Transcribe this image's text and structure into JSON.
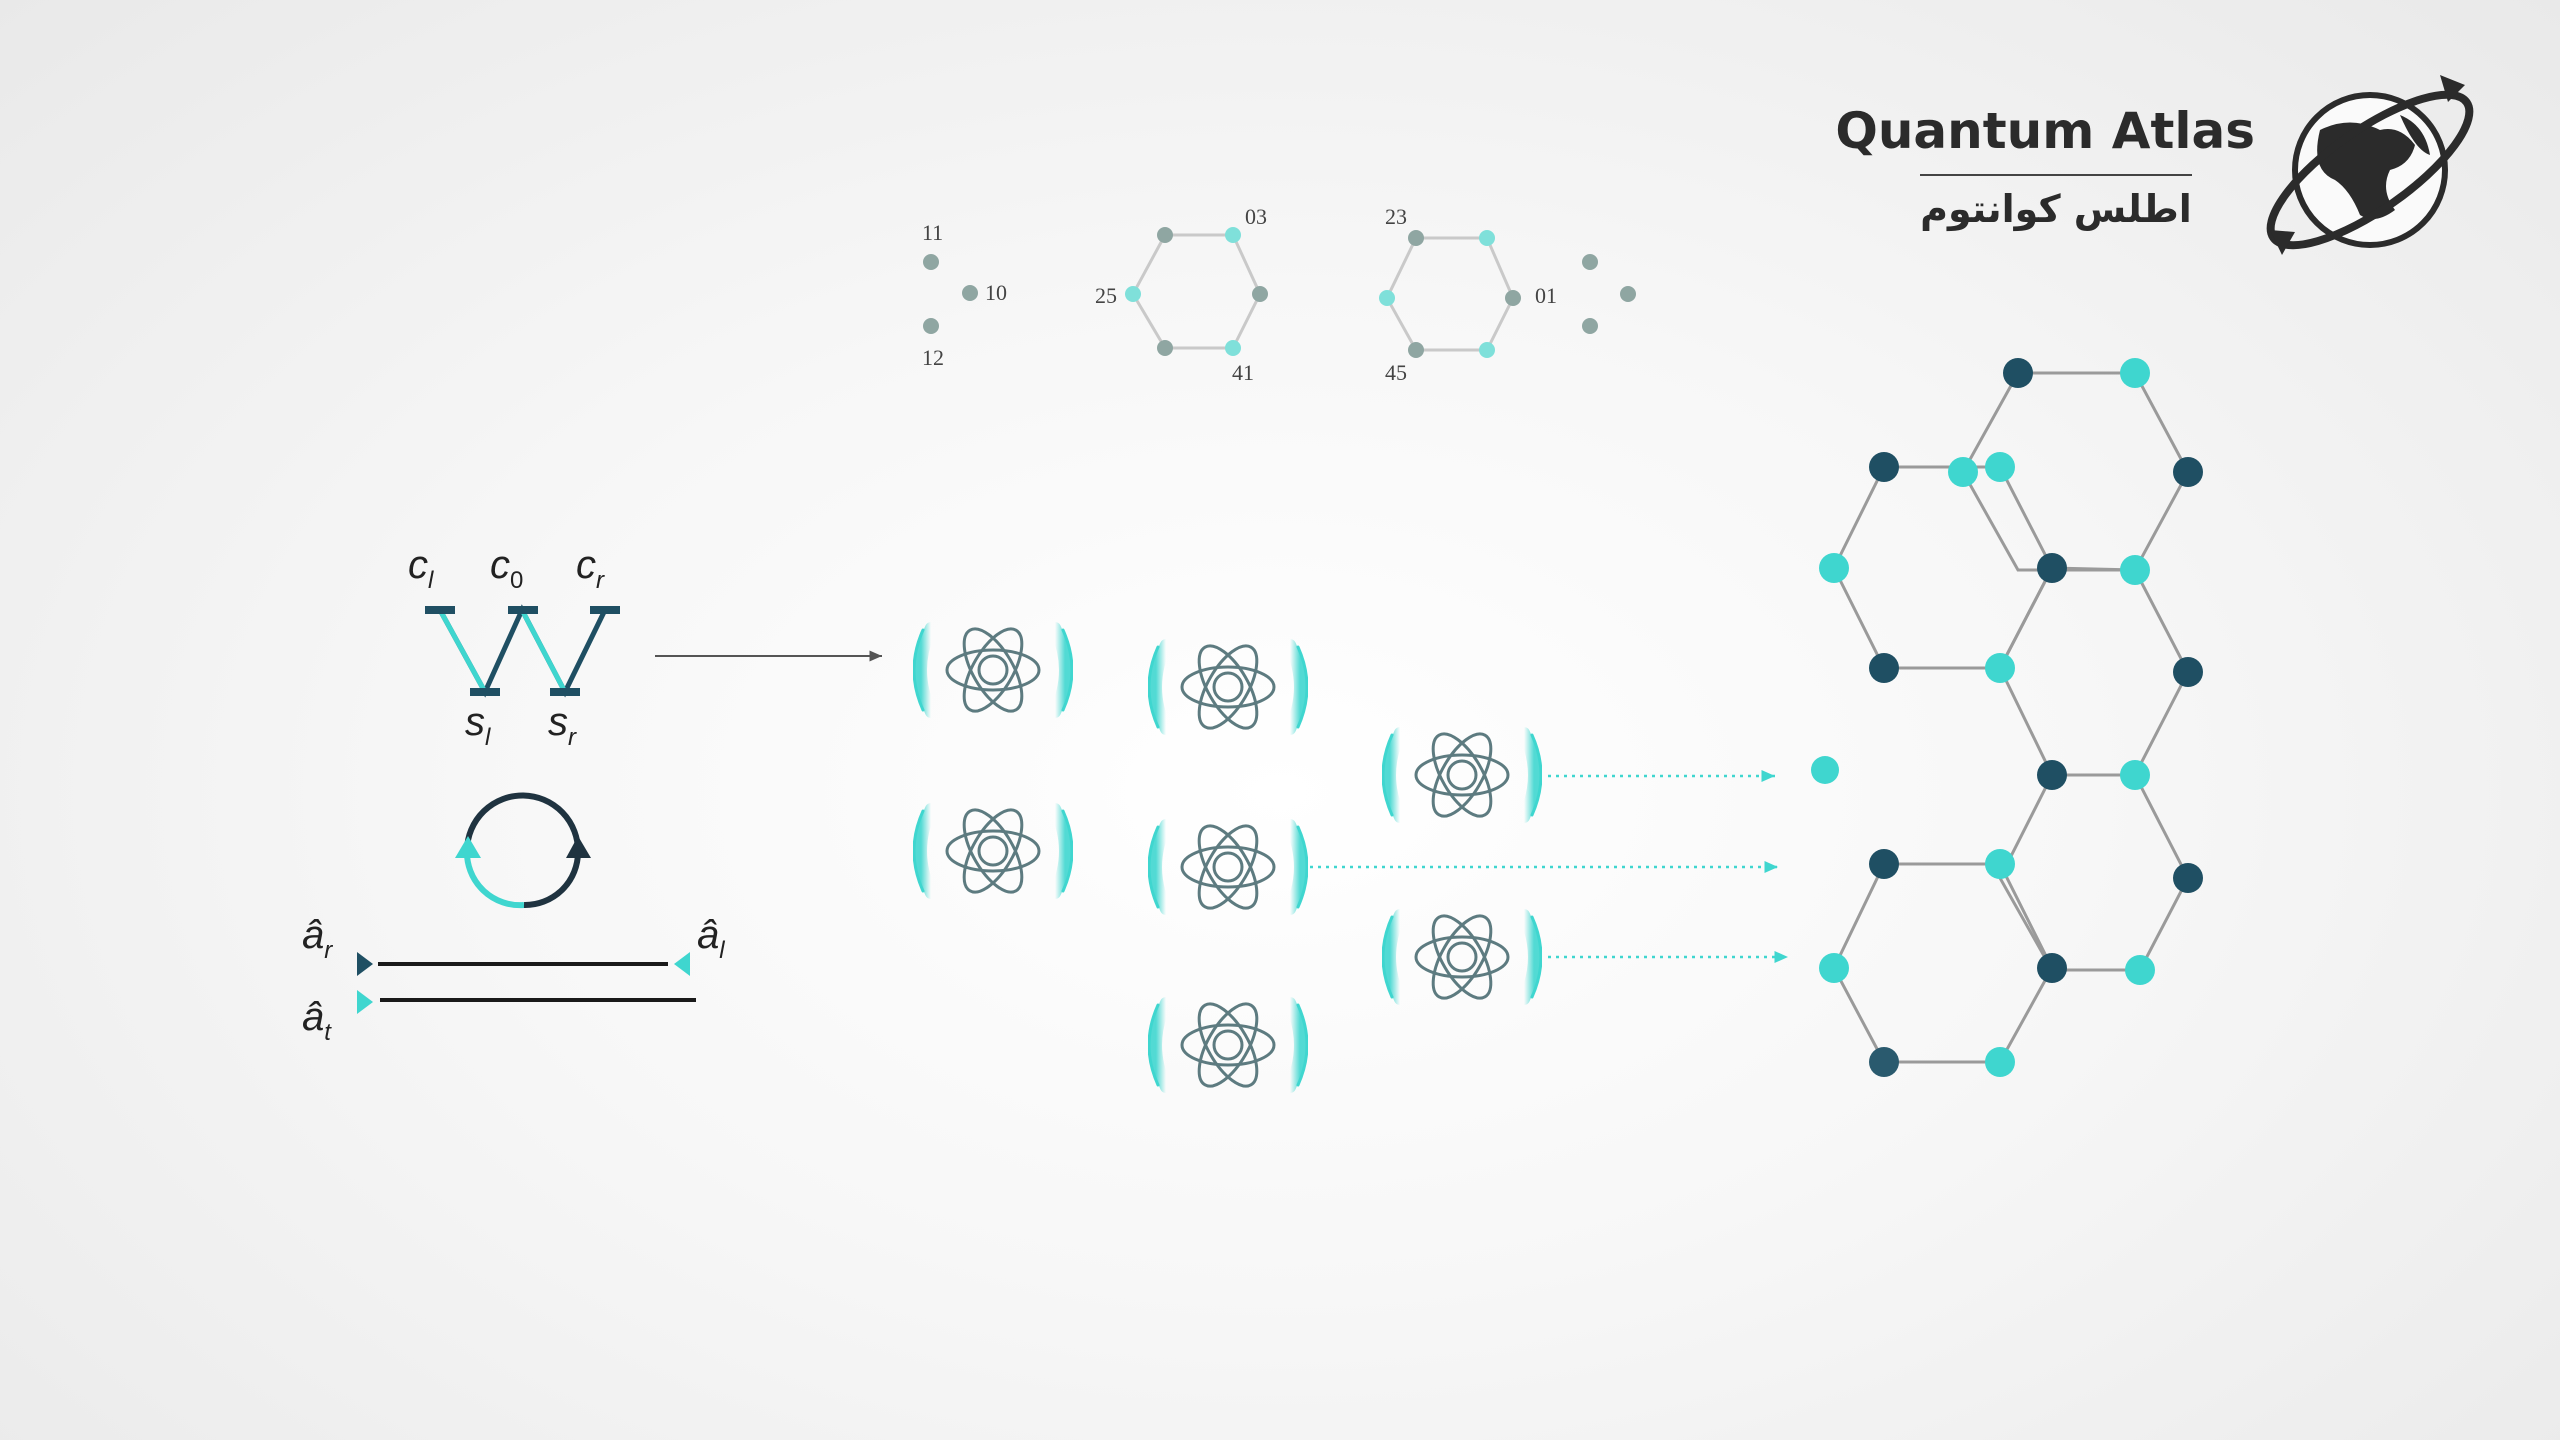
{
  "brand": {
    "name_en": "Quantum Atlas",
    "name_fa": "اطلس کوانتوم",
    "logo_icon": "globe-orbit-icon"
  },
  "top_graphs": {
    "left_labels": [
      "11",
      "10",
      "12"
    ],
    "hex_a_labels": [
      "03",
      "25",
      "41"
    ],
    "hex_b_labels": [
      "23",
      "01",
      "45"
    ]
  },
  "w_diagram": {
    "top_labels": [
      {
        "base": "c",
        "sub": "l"
      },
      {
        "base": "c",
        "sub": "0"
      },
      {
        "base": "c",
        "sub": "r"
      }
    ],
    "bottom_labels": [
      {
        "base": "s",
        "sub": "l"
      },
      {
        "base": "s",
        "sub": "r"
      }
    ]
  },
  "operators": [
    {
      "base": "â",
      "sub": "r"
    },
    {
      "base": "â",
      "sub": "l"
    },
    {
      "base": "â",
      "sub": "t"
    }
  ],
  "colors": {
    "dark_node": "#1f4f63",
    "light_node": "#3fd6cf",
    "gray_node": "#8fa6a2",
    "line": "#9a9a9a",
    "atom_stroke": "#5d7b80",
    "brand_text": "#2b2b2b"
  }
}
